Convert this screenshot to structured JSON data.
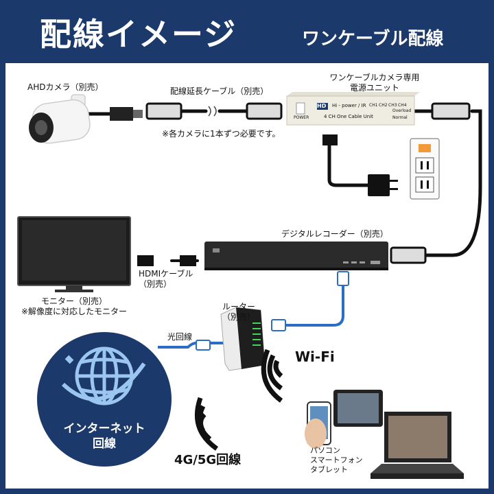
{
  "header": {
    "title": "配線イメージ",
    "subtitle": "ワンケーブル配線"
  },
  "labels": {
    "camera": "AHDカメラ（別売）",
    "extension_cable": "配線延長ケーブル（別売）",
    "per_camera_note": "※各カメラに1本ずつ必要です。",
    "power_unit_line1": "ワンケーブルカメラ専用",
    "power_unit_line2": "電源ユニット",
    "recorder": "デジタルレコーダー（別売）",
    "hdmi_line1": "HDMIケーブル",
    "hdmi_line2": "（別売）",
    "monitor_line1": "モニター（別売）",
    "monitor_line2": "※解像度に対応したモニター",
    "router_line1": "ルーター",
    "router_line2": "（別売）",
    "fiber": "光回線",
    "wifi": "Wi-Fi",
    "internet_line1": "インターネット",
    "internet_line2": "回線",
    "mobile": "4G/5G回線",
    "devices_line1": "パソコン",
    "devices_line2": "スマートフォン",
    "devices_line3": "タブレット"
  },
  "power_unit_face": {
    "brand": "HD",
    "model": "Hi - power / IR",
    "caption": "4 CH One Cable Unit",
    "power_label": "POWER",
    "channels": [
      "CH1",
      "CH2",
      "CH3",
      "CH4"
    ],
    "modes": [
      "Overload",
      "Normal"
    ]
  },
  "colors": {
    "navy": "#1b3a6b",
    "ethernet": "#2b6cc4",
    "cable": "#111111",
    "outlet_indicator": "#f29a3a"
  },
  "icons": [
    "camera-icon",
    "globe-icon",
    "wifi-waves-icon",
    "router-icon",
    "monitor-icon",
    "laptop-icon",
    "phone-icon",
    "tablet-icon",
    "power-plug-icon",
    "wall-outlet-icon"
  ]
}
